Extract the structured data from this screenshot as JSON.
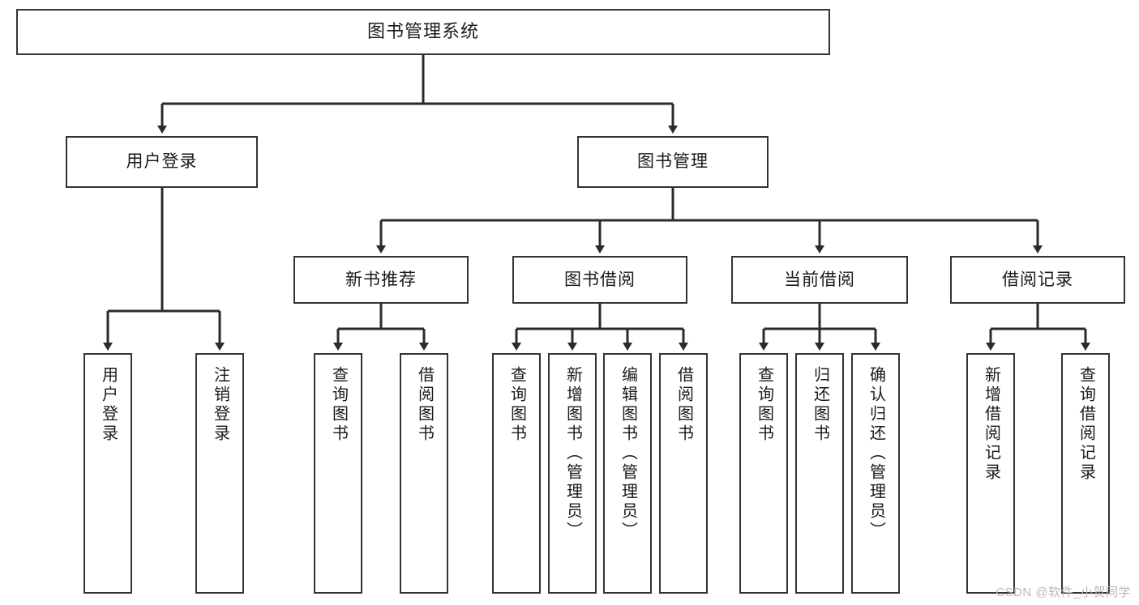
{
  "diagram": {
    "title": "图书管理系统",
    "type": "function-structure-tree",
    "root": {
      "label": "图书管理系统"
    },
    "level2": [
      {
        "label": "用户登录"
      },
      {
        "label": "图书管理"
      }
    ],
    "level3": [
      {
        "label": "新书推荐"
      },
      {
        "label": "图书借阅"
      },
      {
        "label": "当前借阅"
      },
      {
        "label": "借阅记录"
      }
    ],
    "leaves": {
      "user_login": [
        {
          "label": "用户登录"
        },
        {
          "label": "注销登录"
        }
      ],
      "new_book_recommend": [
        {
          "label": "查询图书"
        },
        {
          "label": "借阅图书"
        }
      ],
      "book_borrow": [
        {
          "label": "查询图书"
        },
        {
          "label": "新增图书（管理员）"
        },
        {
          "label": "编辑图书（管理员）"
        },
        {
          "label": "借阅图书"
        }
      ],
      "current_borrow": [
        {
          "label": "查询图书"
        },
        {
          "label": "归还图书"
        },
        {
          "label": "确认归还（管理员）"
        }
      ],
      "borrow_record": [
        {
          "label": "新增借阅记录"
        },
        {
          "label": "查询借阅记录"
        }
      ]
    }
  },
  "watermark": {
    "text": "CSDN @软件_小贺同学"
  },
  "colors": {
    "border": "#333333",
    "text": "#1a1a1a",
    "background": "#ffffff",
    "watermark": "#b9b9b9"
  }
}
